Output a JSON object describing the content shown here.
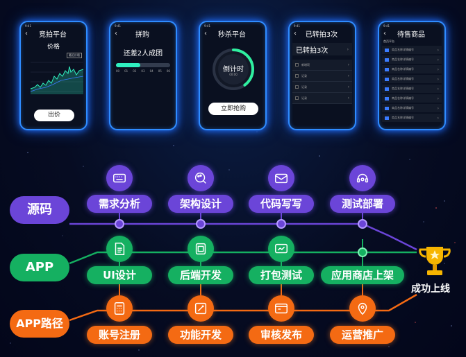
{
  "phones": {
    "auction": {
      "status": "9:41",
      "title": "竞拍平台",
      "price_label": "价格",
      "tag": "最近价格",
      "bid_button": "出价"
    },
    "group": {
      "status": "9:41",
      "title": "拼购",
      "message": "还差2人成团",
      "progress": 0.45,
      "ticks": [
        "00",
        "01",
        "02",
        "03",
        "04",
        "05",
        "06"
      ]
    },
    "flash": {
      "status": "9:41",
      "title": "秒杀平台",
      "countdown_label": "倒计时",
      "countdown_sub": "00:00",
      "progress": 0.4,
      "buy_button": "立即抢购"
    },
    "resale": {
      "status": "9:41",
      "title": "已转拍3次",
      "count_label": "已转拍3次",
      "rows": [
        "新增项",
        "记录",
        "记录",
        "记录"
      ]
    },
    "forsale": {
      "status": "9:41",
      "title": "待售商品",
      "category": "首页平台",
      "items": [
        "商品名称详情编号",
        "商品名称详情编号",
        "商品名称详情编号",
        "商品名称详情编号",
        "商品名称详情编号",
        "商品名称详情编号",
        "商品名称详情编号",
        "商品名称详情编号"
      ]
    }
  },
  "rows": {
    "source": {
      "label": "源码",
      "steps": [
        "需求分析",
        "架构设计",
        "代码写写",
        "测试部署"
      ]
    },
    "app": {
      "label": "APP",
      "steps": [
        "UI设计",
        "后端开发",
        "打包测试",
        "应用商店上架"
      ]
    },
    "path": {
      "label": "APP路径",
      "steps": [
        "账号注册",
        "功能开发",
        "审核发布",
        "运营推广"
      ]
    }
  },
  "final": {
    "label": "成功上线"
  },
  "colors": {
    "purple": "#6b45d8",
    "green": "#15b061",
    "orange": "#f46a13",
    "glow_blue": "#2f8cff",
    "trophy": "#f7b500"
  }
}
